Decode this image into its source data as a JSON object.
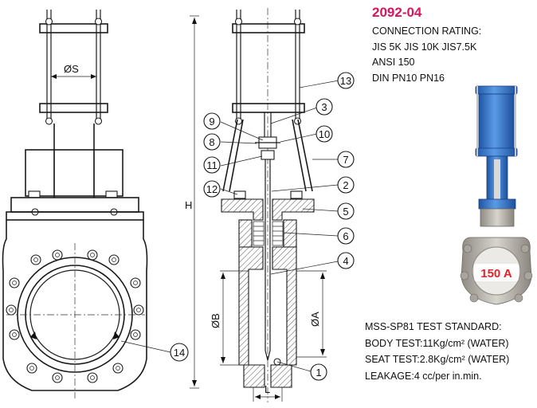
{
  "spec": {
    "model": "2092-04",
    "connection_heading": "CONNECTION RATING:",
    "connection_lines": [
      "JIS 5K JIS 10K JIS7.5K",
      "ANSI 150",
      "DIN PN10 PN16"
    ]
  },
  "photo": {
    "size_label": "150 A"
  },
  "tests": {
    "standard": "MSS-SP81 TEST STANDARD:",
    "body_test": "BODY TEST:11Kg/cm² (WATER)",
    "seat_test": "SEAT TEST:2.8Kg/cm² (WATER)",
    "leakage": "LEAKAGE:4 cc/per in.min."
  },
  "dimensions": {
    "s": "ØS",
    "h": "H",
    "b": "ØB",
    "a": "ØA",
    "l": "L"
  },
  "callouts": [
    "1",
    "2",
    "3",
    "4",
    "5",
    "6",
    "7",
    "8",
    "9",
    "10",
    "11",
    "12",
    "13",
    "14"
  ],
  "colors": {
    "model": "#d6165f",
    "valve_blue": "#2d6fc4",
    "valve_body": "#b8b3ab",
    "label_red": "#e0242a"
  }
}
